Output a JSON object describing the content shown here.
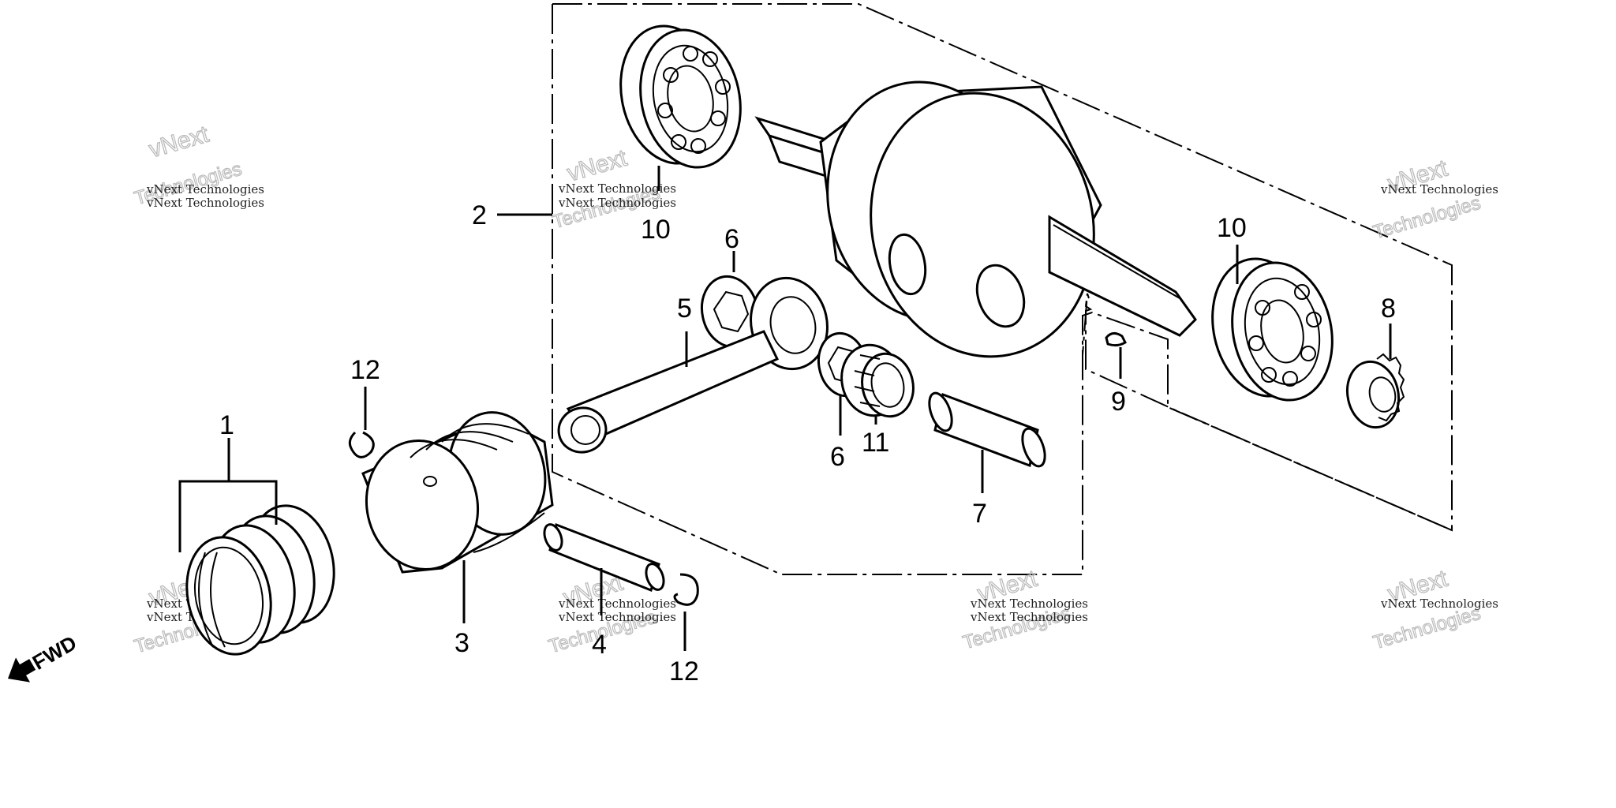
{
  "callouts": {
    "c1": "1",
    "c2": "2",
    "c3": "3",
    "c4": "4",
    "c5": "5",
    "c6a": "6",
    "c6b": "6",
    "c7": "7",
    "c8": "8",
    "c9": "9",
    "c10a": "10",
    "c10b": "10",
    "c11": "11",
    "c12a": "12",
    "c12b": "12"
  },
  "direction_label": "FWD",
  "watermark": {
    "line1": "vNext Technologies",
    "line2": "vNext",
    "line3": "Technologies"
  }
}
